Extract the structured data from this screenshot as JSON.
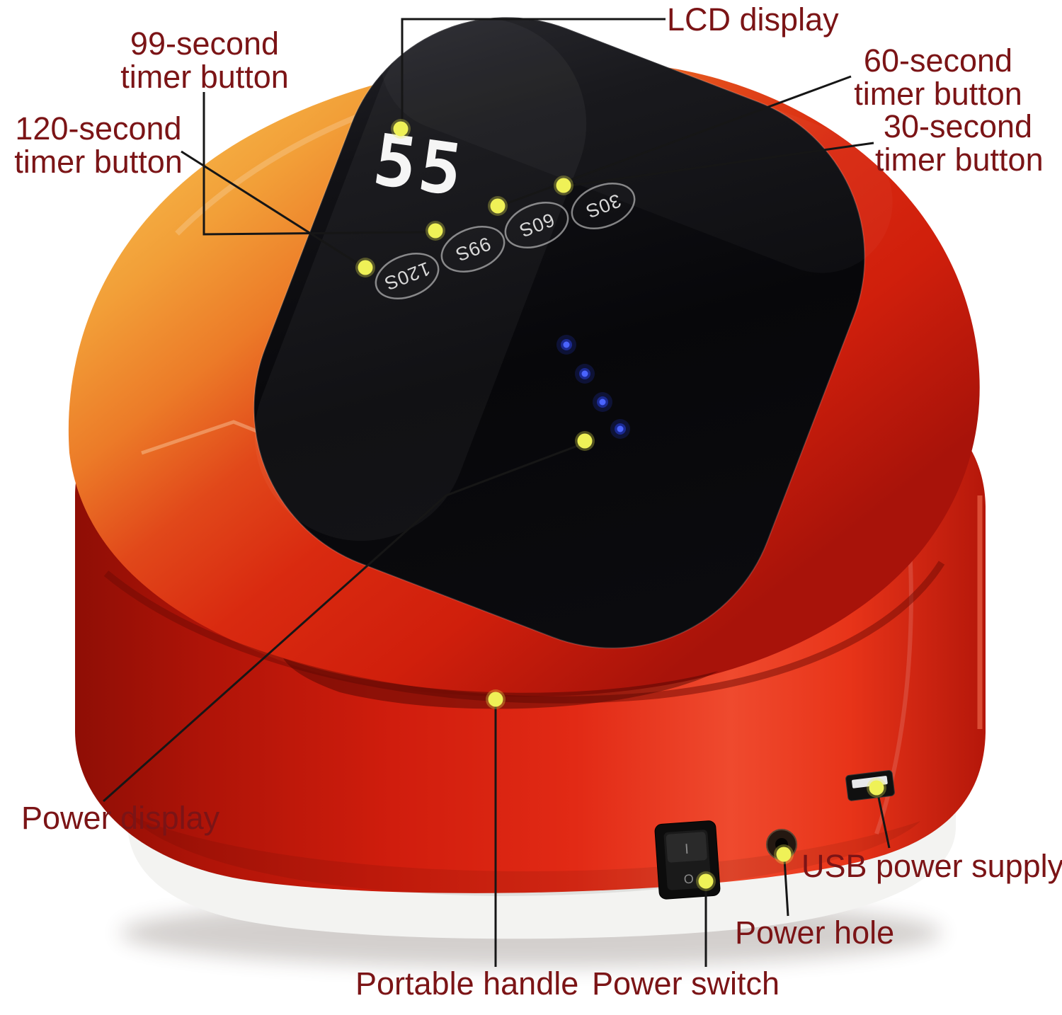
{
  "device": {
    "lcd_value": "55",
    "timer_buttons": [
      "120S",
      "99S",
      "60S",
      "30S"
    ],
    "power_switch": {
      "on_label": "I",
      "off_label": "O"
    }
  },
  "labels": {
    "lcd_display": "LCD display",
    "timer_99": [
      "99-second",
      "timer button"
    ],
    "timer_60": [
      "60-second",
      "timer button"
    ],
    "timer_120": [
      "120-second",
      "timer button"
    ],
    "timer_30": [
      "30-second",
      "timer button"
    ],
    "power_display": "Power display",
    "usb_power_supply": "USB power supply",
    "power_hole": "Power hole",
    "portable_handle": "Portable handle",
    "power_switch": "Power switch"
  },
  "colors": {
    "label_text": "#7b1416",
    "callout_line": "#161616",
    "indicator_dot": "#eff157",
    "body_red": "#d71f10",
    "body_gold": "#f6b84a",
    "panel_black": "#0a0a0c",
    "led_blue": "#3450ff",
    "base_white": "#f3f3f1",
    "background": "#ffffff"
  }
}
